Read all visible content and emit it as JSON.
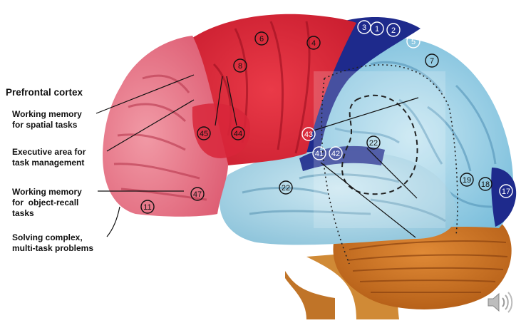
{
  "title": "Prefrontal cortex",
  "labels": [
    {
      "line1": "Working memory",
      "line2": "for spatial tasks",
      "line3": ""
    },
    {
      "line1": "Executive area for",
      "line2": "task management",
      "line3": ""
    },
    {
      "line1": "Working memory",
      "line2": "for  object-recall",
      "line3": "tasks"
    },
    {
      "line1": "Solving complex,",
      "line2": "multi-task problems",
      "line3": ""
    }
  ],
  "areas": [
    "3",
    "1",
    "2",
    "6",
    "4",
    "5",
    "7",
    "8",
    "45",
    "44",
    "43",
    "41",
    "42",
    "22",
    "22",
    "47",
    "11",
    "19",
    "18",
    "17"
  ],
  "colors": {
    "frontal_light": "#e8788a",
    "frontal_dark": "#d8283a",
    "motor_blue": "#1e2a8c",
    "parietal_light": "#a8d6e8",
    "temporal": "#b0d8e6",
    "cerebellum": "#c86e1c",
    "brainstem": "#d0882e"
  },
  "icons": {
    "speaker": "speaker-icon"
  }
}
